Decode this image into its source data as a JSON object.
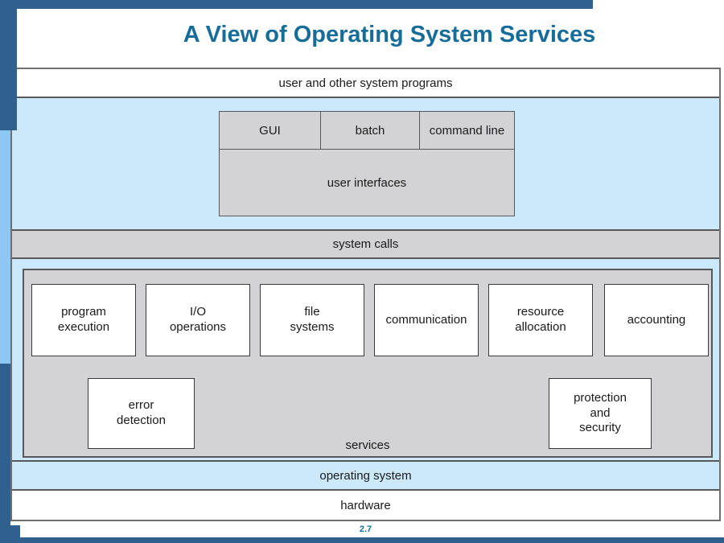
{
  "slide": {
    "title": "A View of Operating System Services",
    "page_number": "2.7"
  },
  "figure": {
    "user_programs_label": "user and other system programs",
    "ui_table": {
      "headers": [
        "GUI",
        "batch",
        "command line"
      ],
      "body_label": "user interfaces"
    },
    "system_calls_label": "system calls",
    "services": {
      "label": "services",
      "row1": [
        "program\nexecution",
        "I/O\noperations",
        "file\nsystems",
        "communication",
        "resource\nallocation",
        "accounting"
      ],
      "row2": [
        "error\ndetection",
        "protection\nand\nsecurity"
      ]
    },
    "operating_system_label": "operating system",
    "hardware_label": "hardware"
  },
  "colors": {
    "accent_dark_blue": "#30618e",
    "accent_light_blue": "#8fc7f3",
    "figure_light_blue": "#cce9fb",
    "figure_gray": "#d3d3d5",
    "border_gray": "#58585a",
    "title_teal": "#176d99"
  }
}
